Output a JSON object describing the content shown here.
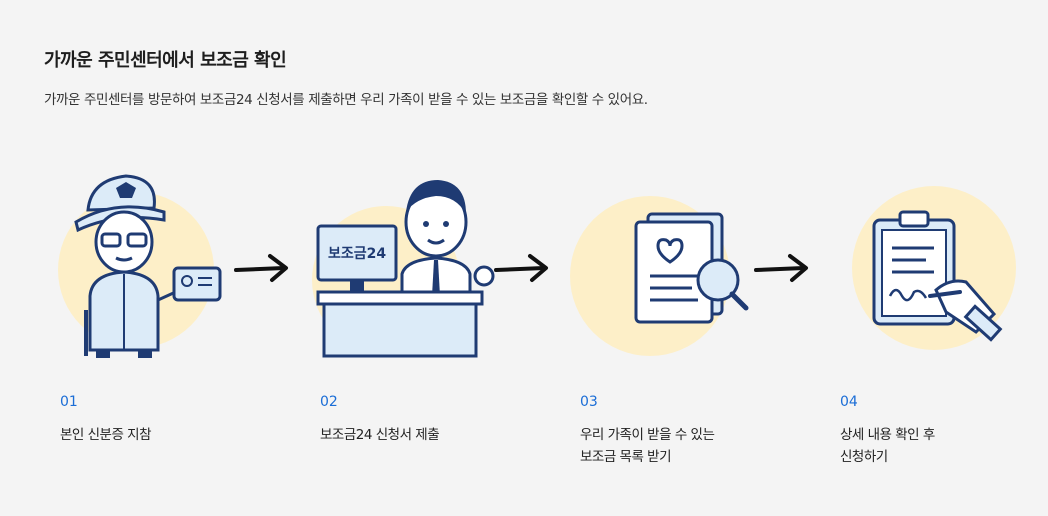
{
  "header": {
    "title": "가까운 주민센터에서 보조금 확인",
    "description": "가까운 주민센터를 방문하여 보조금24 신청서를 제출하면 우리 가족이 받을 수 있는 보조금을 확인할 수 있어요."
  },
  "steps": [
    {
      "number": "01",
      "label": "본인 신분증 지참",
      "icon": "elderly-man-with-id-card"
    },
    {
      "number": "02",
      "label": "보조금24 신청서 제출",
      "icon": "clerk-at-desk",
      "screen_text": "보조금24"
    },
    {
      "number": "03",
      "label": "우리 가족이 받을 수 있는\n보조금 목록 받기",
      "icon": "documents-magnifier"
    },
    {
      "number": "04",
      "label": "상세 내용 확인 후\n신청하기",
      "icon": "clipboard-signature"
    }
  ],
  "colors": {
    "accent": "#1a6dd6",
    "navy": "#1f3b73",
    "light_blue": "#dcebf8",
    "circle": "#fdefc8",
    "background": "#f4f4f4"
  }
}
